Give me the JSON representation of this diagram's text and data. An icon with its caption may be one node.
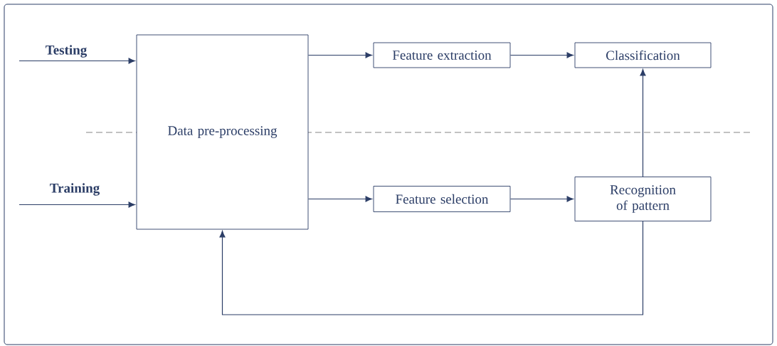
{
  "diagram": {
    "nodes": [
      {
        "text": [
          "Data pre-processing"
        ]
      },
      {
        "text": [
          "Feature extraction"
        ]
      },
      {
        "text": [
          "Classification"
        ]
      },
      {
        "text": [
          "Feature selection"
        ]
      },
      {
        "text": [
          "Recognition of pattern"
        ]
      }
    ],
    "edges": [
      {
        "from": null,
        "to": 0,
        "arrow": "to",
        "label": "Testing"
      },
      {
        "from": null,
        "to": 0,
        "arrow": "to",
        "label": "Training"
      },
      {
        "from": 0,
        "to": 1,
        "arrow": "to"
      },
      {
        "from": 1,
        "to": 2,
        "arrow": "to"
      },
      {
        "from": 0,
        "to": 3,
        "arrow": "to"
      },
      {
        "from": 3,
        "to": 4,
        "arrow": "to"
      },
      {
        "from": 4,
        "to": 2,
        "arrow": "to"
      },
      {
        "from": 4,
        "to": 0,
        "arrow": "to"
      }
    ]
  }
}
